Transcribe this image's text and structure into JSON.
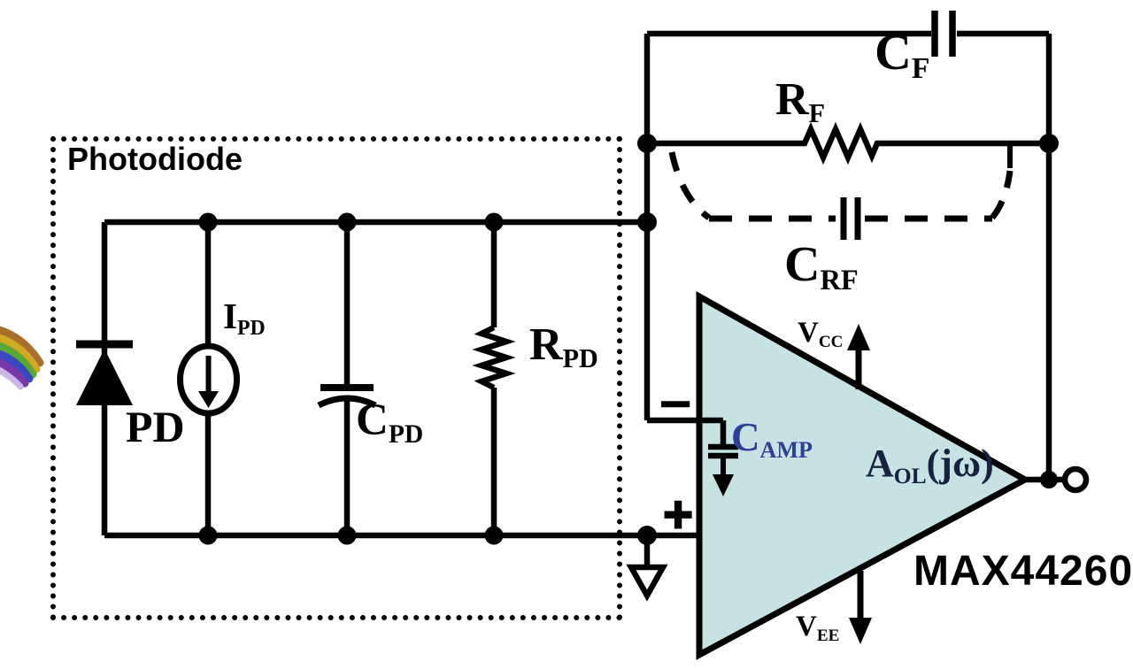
{
  "box": {
    "label": "Photodiode"
  },
  "components": {
    "pd": {
      "name": "PD"
    },
    "ipd": {
      "main": "I",
      "sub": "PD"
    },
    "cpd": {
      "main": "C",
      "sub": "PD"
    },
    "rpd": {
      "main": "R",
      "sub": "PD"
    },
    "rf": {
      "main": "R",
      "sub": "F"
    },
    "cf": {
      "main": "C",
      "sub": "F"
    },
    "crf": {
      "main": "C",
      "sub": "RF"
    },
    "camp": {
      "main": "C",
      "sub": "AMP"
    }
  },
  "amplifier": {
    "gain_main": "A",
    "gain_sub": "OL",
    "gain_suffix": "(jω)",
    "vcc_main": "V",
    "vcc_sub": "CC",
    "vee_main": "V",
    "vee_sub": "EE",
    "inverting_input": "−",
    "noninverting_input": "+",
    "part_number": "MAX44260"
  },
  "icons": {
    "light_input": "rainbow-light-beam",
    "ground_open_triangle": "ground-arrow",
    "output_terminal": "open-circle-terminal"
  },
  "colors": {
    "amp_fill": "#c6e2e3",
    "camp_label": "#2e3f96",
    "aol_label": "#16223f",
    "wire": "#000000",
    "background": "#ffffff",
    "rainbow": [
      "#a8702a",
      "#d0aa22",
      "#58a838",
      "#3848c0",
      "#7838a8"
    ]
  }
}
